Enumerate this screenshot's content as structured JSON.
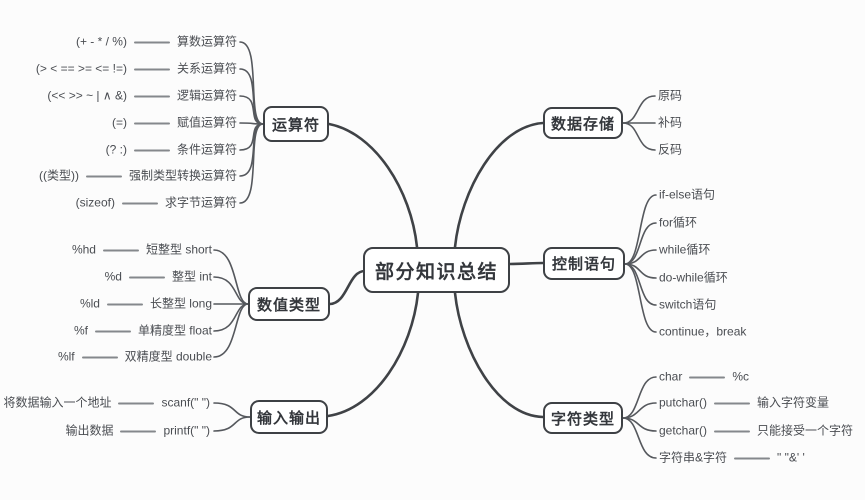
{
  "center": {
    "label": "部分知识总结"
  },
  "colors": {
    "background": "#fcfcfc",
    "line": "#3f4246",
    "box_border": "#3e4145",
    "text": "#4a4d52"
  },
  "branches": {
    "operators": {
      "label": "运算符",
      "items": [
        {
          "value": "(+ - * / %)",
          "label": "算数运算符"
        },
        {
          "value": "(> < == >= <= !=)",
          "label": "关系运算符"
        },
        {
          "value": "(<< >> ~ | ∧ &)",
          "label": "逻辑运算符"
        },
        {
          "value": "(=)",
          "label": "赋值运算符"
        },
        {
          "value": "(? :)",
          "label": "条件运算符"
        },
        {
          "value": "((类型))",
          "label": "强制类型转换运算符"
        },
        {
          "value": "(sizeof)",
          "label": "求字节运算符"
        }
      ]
    },
    "numeric": {
      "label": "数值类型",
      "items": [
        {
          "value": "%hd",
          "label": "短整型 short"
        },
        {
          "value": "%d",
          "label": "整型 int"
        },
        {
          "value": "%ld",
          "label": "长整型 long"
        },
        {
          "value": "%f",
          "label": "单精度型 float"
        },
        {
          "value": "%lf",
          "label": "双精度型 double"
        }
      ]
    },
    "io": {
      "label": "输入输出",
      "items": [
        {
          "value": "将数据输入一个地址",
          "label": "scanf(\" \")"
        },
        {
          "value": "输出数据",
          "label": "printf(\" \")"
        }
      ]
    },
    "storage": {
      "label": "数据存储",
      "items": [
        {
          "label": "原码"
        },
        {
          "label": "补码"
        },
        {
          "label": "反码"
        }
      ]
    },
    "control": {
      "label": "控制语句",
      "items": [
        {
          "label": "if-else语句"
        },
        {
          "label": "for循环"
        },
        {
          "label": "while循环"
        },
        {
          "label": "do-while循环"
        },
        {
          "label": "switch语句"
        },
        {
          "label": "continue，break"
        }
      ]
    },
    "chars": {
      "label": "字符类型",
      "items": [
        {
          "label": "char",
          "value": "%c"
        },
        {
          "label": "putchar()",
          "value": "输入字符变量"
        },
        {
          "label": "getchar()",
          "value": "只能接受一个字符"
        },
        {
          "label": "字符串&字符",
          "value": "\" \"&' '"
        }
      ]
    }
  }
}
